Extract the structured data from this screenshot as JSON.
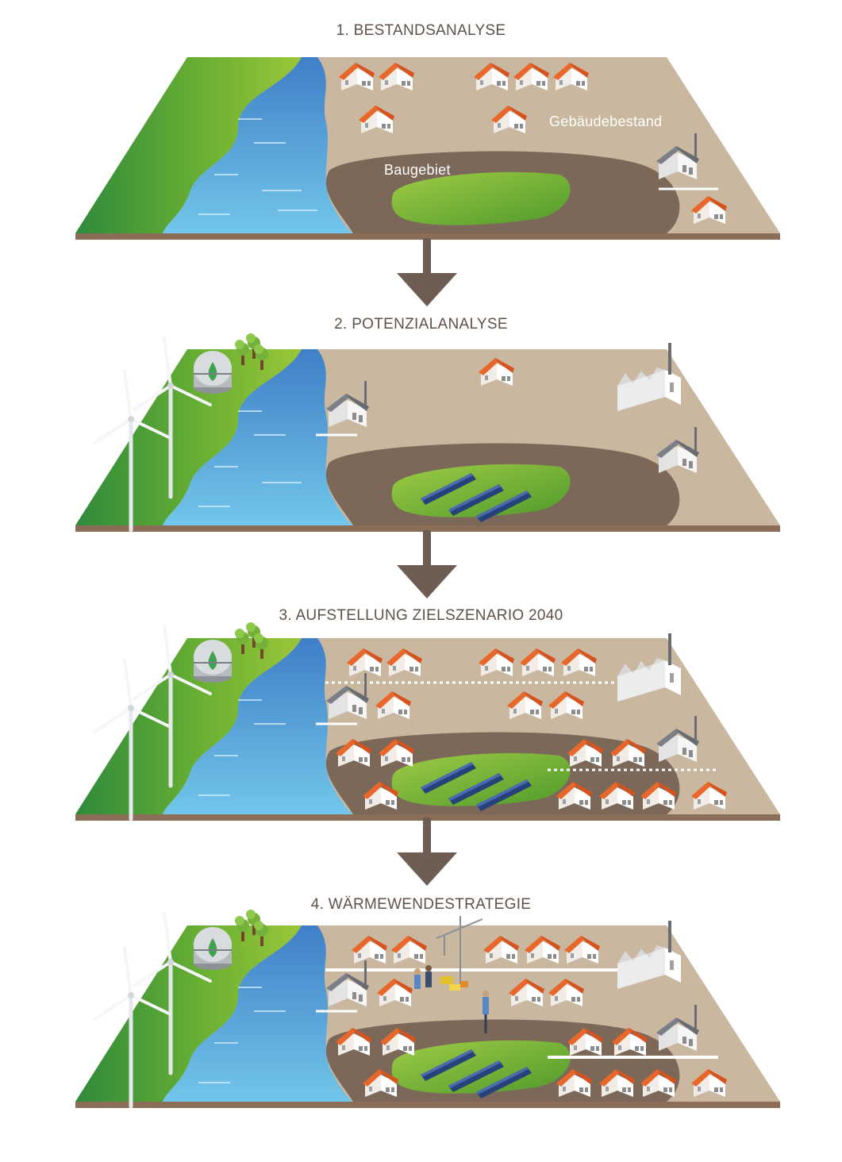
{
  "stages": [
    {
      "title": "1. BESTANDSANALYSE",
      "labels": {
        "building_stock": "Gebäudebestand",
        "development_area": "Baugebiet"
      }
    },
    {
      "title": "2. POTENZIALANALYSE"
    },
    {
      "title": "3. AUFSTELLUNG ZIELSZENARIO 2040"
    },
    {
      "title": "4. WÄRMEWENDESTRATEGIE"
    }
  ],
  "colors": {
    "title_text": "#5e5149",
    "ground": "#c9b7a0",
    "earth_side": "#8c6e58",
    "meadow": "#6aa333",
    "river": "#4e9fd8",
    "development_area": "#7c6858",
    "green_patch": "#6cb33f",
    "roof": "#e8672a",
    "arrow": "#6d5d53"
  }
}
